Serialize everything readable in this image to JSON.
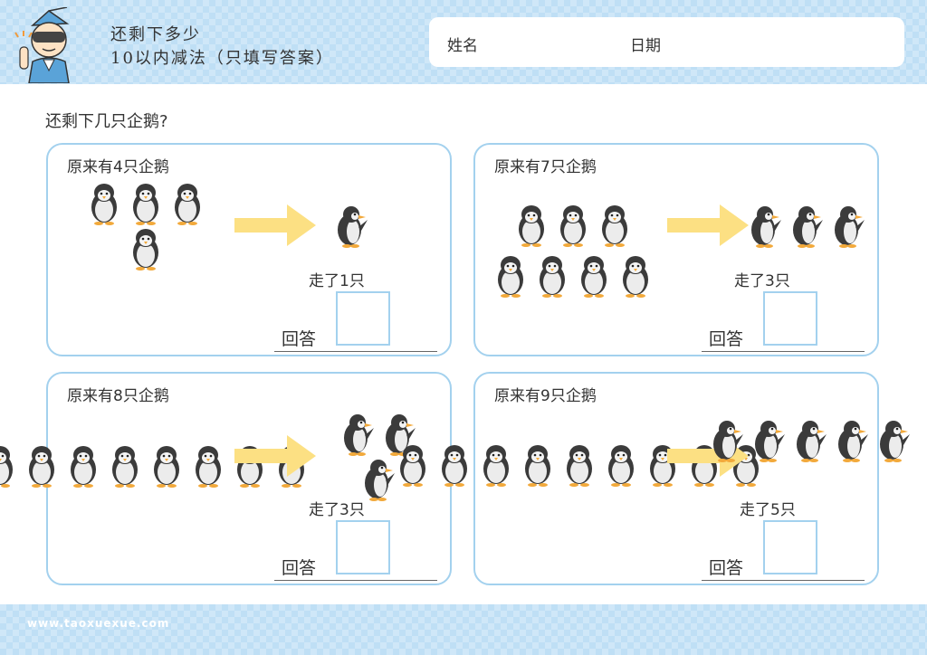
{
  "header": {
    "title_line1": "还剩下多少",
    "title_line2": "10以内减法（只填写答案）",
    "name_label": "姓名",
    "date_label": "日期"
  },
  "question": "还剩下几只企鹅?",
  "cards": [
    {
      "title": "原来有4只企鹅",
      "original_count": 4,
      "left_count": 1,
      "went_label": "走了1只",
      "answer_label": "回答"
    },
    {
      "title": "原来有7只企鹅",
      "original_count": 7,
      "left_count": 3,
      "went_label": "走了3只",
      "answer_label": "回答"
    },
    {
      "title": "原来有8只企鹅",
      "original_count": 8,
      "left_count": 3,
      "went_label": "走了3只",
      "answer_label": "回答"
    },
    {
      "title": "原来有9只企鹅",
      "original_count": 9,
      "left_count": 5,
      "went_label": "走了5只",
      "answer_label": "回答"
    }
  ],
  "footer": {
    "url": "www.taoxuexue.com"
  },
  "colors": {
    "border": "#a3d1ee",
    "arrow": "#fce083",
    "band": "#cfe7f8"
  }
}
